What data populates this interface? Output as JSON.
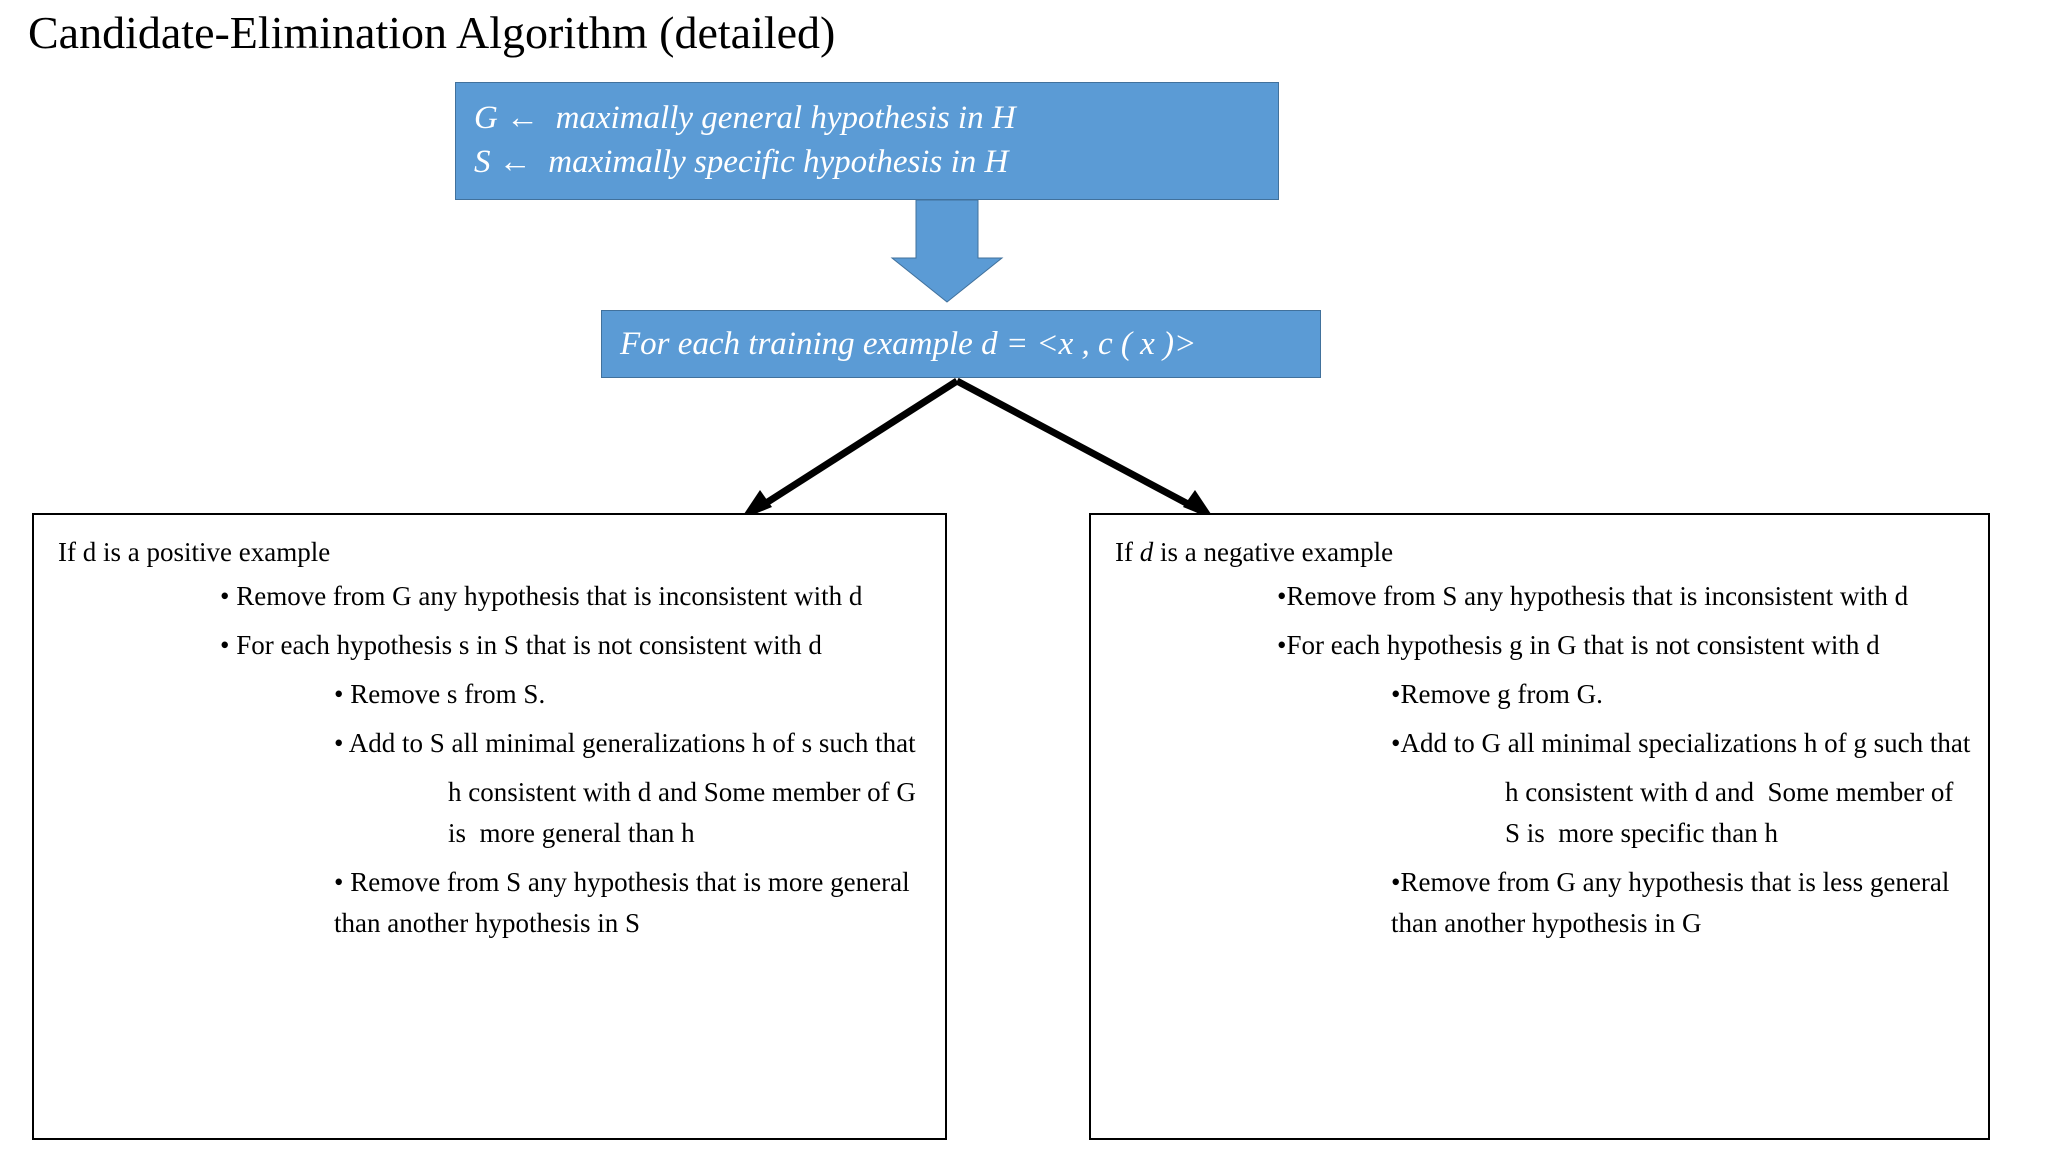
{
  "title": "Candidate-Elimination Algorithm (detailed)",
  "colors": {
    "box_fill": "#5b9bd5",
    "box_border": "#41719c",
    "arrow_fill": "#5b9bd5",
    "arrow_stroke": "#41719c",
    "connector_stroke": "#000000",
    "outline_border": "#000000",
    "text_on_blue": "#ffffff",
    "text": "#000000",
    "background": "#ffffff"
  },
  "init_box": {
    "line1": "G ←  maximally general hypothesis in H",
    "line2": "S ←  maximally specific hypothesis in H"
  },
  "down_arrow": {
    "icon": "down-arrow-icon"
  },
  "loop_box": {
    "line1": "For each training example d = <x , c ( x )>"
  },
  "branch_arrows": {
    "left": {
      "icon": "arrow-to-positive-branch-icon"
    },
    "right": {
      "icon": "arrow-to-negative-branch-icon"
    }
  },
  "positive_box": {
    "heading_prefix": "If d is a positive example",
    "lines": [
      {
        "level": 1,
        "text": "• Remove from G any hypothesis that is inconsistent with d"
      },
      {
        "level": 1,
        "text": "• For each hypothesis s in S that is not consistent with d"
      },
      {
        "level": 2,
        "text": "• Remove s from S."
      },
      {
        "level": 2,
        "text": "• Add to S all minimal generalizations h of s such that"
      },
      {
        "level": 3,
        "text": "h consistent with d and Some member of G is  more general than h"
      },
      {
        "level": 2,
        "text": "• Remove from S any hypothesis that is more general than another hypothesis in S"
      }
    ]
  },
  "negative_box": {
    "heading_before": "If ",
    "heading_italic": "d",
    "heading_after": " is a negative example",
    "lines": [
      {
        "level": 1,
        "text": "•Remove from S any hypothesis that is inconsistent with d"
      },
      {
        "level": 1,
        "text": "•For each hypothesis g in G that is not consistent with d"
      },
      {
        "level": 2,
        "text": "•Remove g from G."
      },
      {
        "level": 2,
        "text": "•Add to G all minimal specializations h of g such that"
      },
      {
        "level": 3,
        "text": "h consistent with d and  Some member of S is  more specific than h"
      },
      {
        "level": 2,
        "text": "•Remove from G any hypothesis that is less general than another hypothesis in G"
      }
    ]
  }
}
